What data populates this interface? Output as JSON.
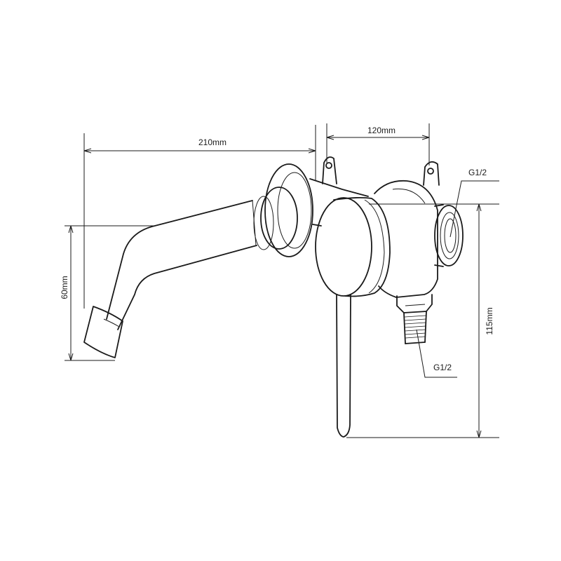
{
  "dimensions": {
    "spout_length": "210mm",
    "body_width": "120mm",
    "spout_height": "60mm",
    "total_height": "115mm"
  },
  "threads": {
    "side_outlet": "G1/2",
    "bottom_inlet": "G1/2"
  },
  "colors": {
    "line": "#1a1a1a",
    "background": "#ffffff"
  }
}
